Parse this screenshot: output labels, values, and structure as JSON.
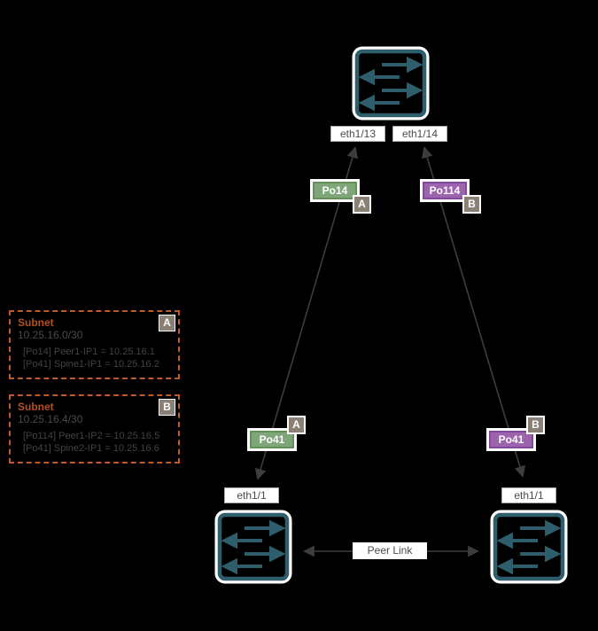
{
  "colors": {
    "background": "#000000",
    "switch_teal": "#2E5D6C",
    "port_channel_green": "#7EA678",
    "port_channel_purple": "#9D64AE",
    "badge_gray": "#8A8076",
    "subnet_orange": "#C05A2E",
    "subnet_title_orange": "#B44E22",
    "connector_gray": "#3D3D3D",
    "label_text_gray": "#4A4A4A"
  },
  "icons": {
    "switch": "switch-icon"
  },
  "spine": {
    "ports": {
      "left": "eth1/13",
      "right": "eth1/14"
    }
  },
  "port_channels": {
    "spine_left": "Po14",
    "spine_right": "Po114",
    "leaf_left": "Po41",
    "leaf_right": "Po41"
  },
  "badges": {
    "a": "A",
    "b": "B"
  },
  "leaves": {
    "left_port": "eth1/1",
    "right_port": "eth1/1"
  },
  "peer_link": {
    "label": "Peer Link"
  },
  "subnets": {
    "a": {
      "title": "Subnet",
      "badge": "A",
      "cidr": "10.25.16.0/30",
      "line1": "[Po14] Peer1-IP1 = 10.25.16.1",
      "line2": "[Po41] Spine1-IP1 = 10.25.16.2"
    },
    "b": {
      "title": "Subnet",
      "badge": "B",
      "cidr": "10.25.16.4/30",
      "line1": "[Po114] Peer1-IP2 = 10.25.16.5",
      "line2": "[Po41] Spine2-IP1 = 10.25.16.6"
    }
  }
}
